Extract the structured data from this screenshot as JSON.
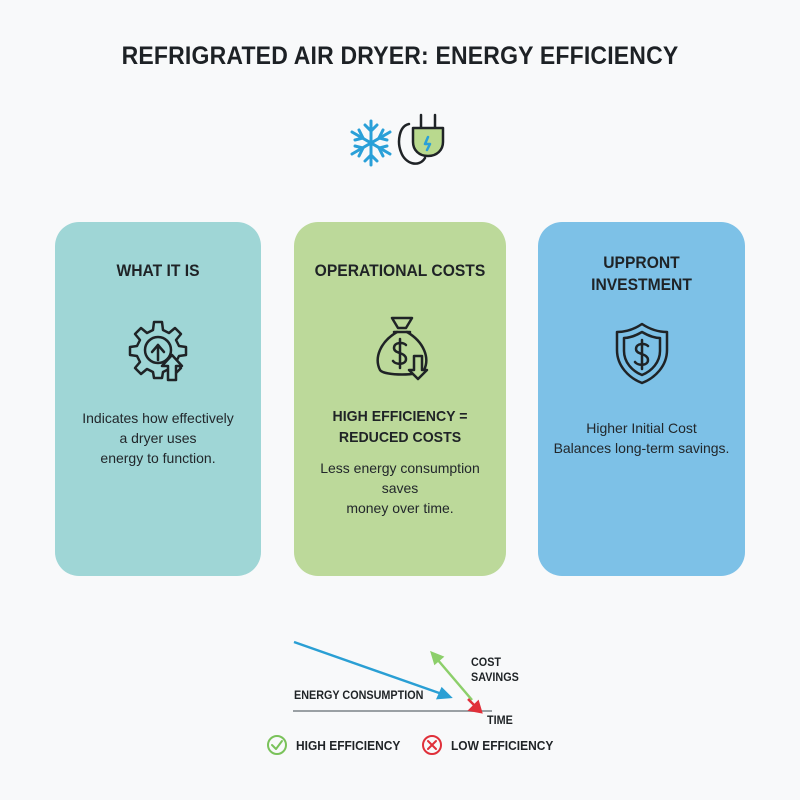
{
  "title": "REFRIGRATED AIR DRYER: ENERGY EFFICIENCY",
  "hero": {
    "icons": [
      "snowflake-icon",
      "power-plug-icon"
    ]
  },
  "cards": [
    {
      "title": "WHAT IT IS",
      "icon": "gear-arrow-icon",
      "text_lines": [
        "Indicates how effectively",
        "a dryer uses",
        "energy to function."
      ],
      "color": "#9fd6d6"
    },
    {
      "title": "OPERATIONAL COSTS",
      "icon": "money-bag-icon",
      "bold_lines": [
        "HIGH EFFICIENCY =",
        "REDUCED COSTS"
      ],
      "text_lines": [
        "Less energy consumption saves",
        "money over time."
      ],
      "color": "#bcd99a"
    },
    {
      "title_lines": [
        "UPPRONT",
        "INVESTMENT"
      ],
      "icon": "shield-dollar-icon",
      "text_lines": [
        "Higher Initial Cost",
        "Balances long-term savings."
      ],
      "color": "#7dc1e7"
    }
  ],
  "graph": {
    "energy_label": "ENERGY CONSUMPTION",
    "savings_label_lines": [
      "COST",
      "SAVINGS"
    ],
    "time_label": "TIME",
    "colors": {
      "energy": "#2a9fd4",
      "savings": "#8ccf6a",
      "arrow_red": "#e0303a"
    }
  },
  "legend": {
    "high": {
      "label": "HIGH EFFICIENCY",
      "icon": "check-circle-icon",
      "color": "#7ac25a"
    },
    "low": {
      "label": "LOW EFFICIENCY",
      "icon": "x-circle-icon",
      "color": "#e0303a"
    }
  }
}
